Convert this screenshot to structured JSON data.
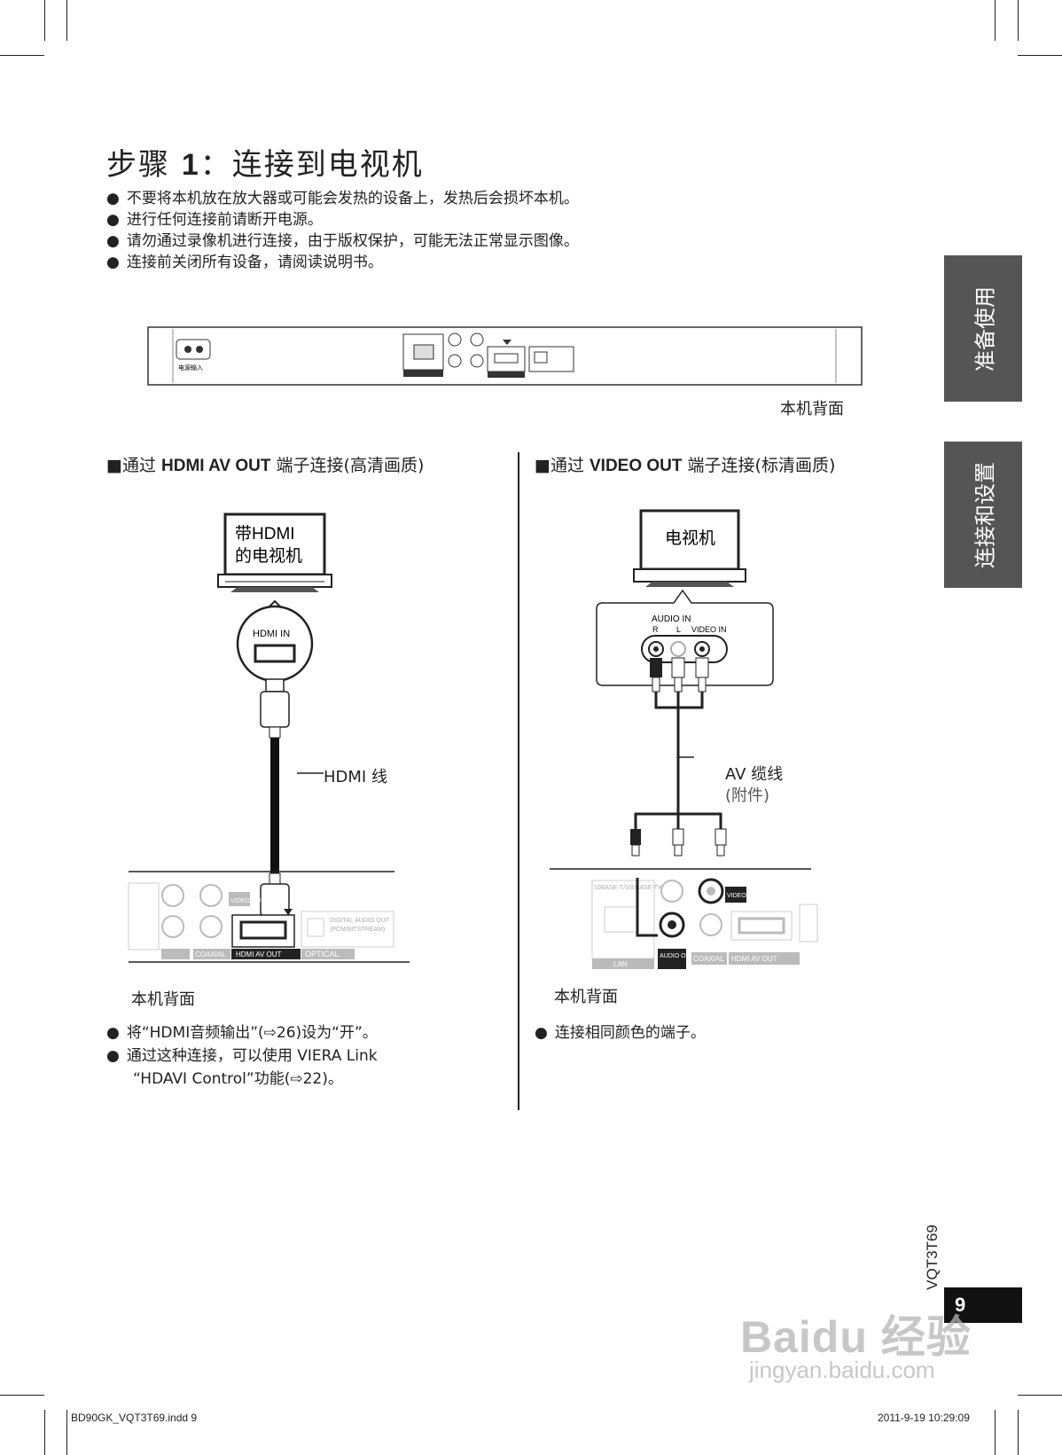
{
  "title": {
    "prefix": "步骤 ",
    "num": "1",
    "suffix": "：连接到电视机"
  },
  "bullets": [
    "不要将本机放在放大器或可能会发热的设备上，发热后会损坏本机。",
    "进行任何连接前请断开电源。",
    "请勿通过录像机进行连接，由于版权保护，可能无法正常显示图像。",
    "连接前关闭所有设备，请阅读说明书。"
  ],
  "side_tabs": [
    "准备使用",
    "连接和设置"
  ],
  "rear_panel": {
    "caption": "本机背面",
    "power_label": "电源输入"
  },
  "left": {
    "head_pre": "■通过 ",
    "head_bold": "HDMI AV OUT",
    "head_post": " 端子连接(高清画质)",
    "tv_label_1": "带HDMI",
    "tv_label_2": "的电视机",
    "hdmi_in": "HDMI IN",
    "cable": "HDMI 线",
    "rear_caption": "本机背面",
    "notes": [
      "将“HDMI音频输出”(⇨26)设为“开”。",
      "通过这种连接，可以使用 VIERA Link",
      "“HDAVI Control”功能(⇨22)。"
    ]
  },
  "right": {
    "head_pre": "■通过 ",
    "head_bold": "VIDEO OUT",
    "head_post": " 端子连接(标清画质)",
    "tv_label": "电视机",
    "audio_in": "AUDIO IN",
    "r": "R",
    "l": "L",
    "video_in": "VIDEO IN",
    "cable_1": "AV 缆线",
    "cable_2": "(附件)",
    "rear_caption": "本机背面",
    "notes": [
      "连接相同颜色的端子。"
    ]
  },
  "panel_labels": {
    "lan_base": "10BASE-T/100BASE-TX",
    "lan": "LAN",
    "audio_out": "AUDIO OUT",
    "video_out": "VIDEO OUT",
    "coaxial": "COAXIAL",
    "hdmi_av_out": "HDMI AV OUT",
    "optical": "OPTICAL",
    "digital_audio_out": "DIGITAL AUDIO OUT",
    "pcm": "(PCM/BITSTREAM)"
  },
  "footer": {
    "file": "BD90GK_VQT3T69.indd   9",
    "datetime": "2011-9-19   10:29:09",
    "model": "VQT3T69",
    "page": "9"
  },
  "watermark": {
    "brand": "Baidu 经验",
    "url": "jingyan.baidu.com"
  }
}
